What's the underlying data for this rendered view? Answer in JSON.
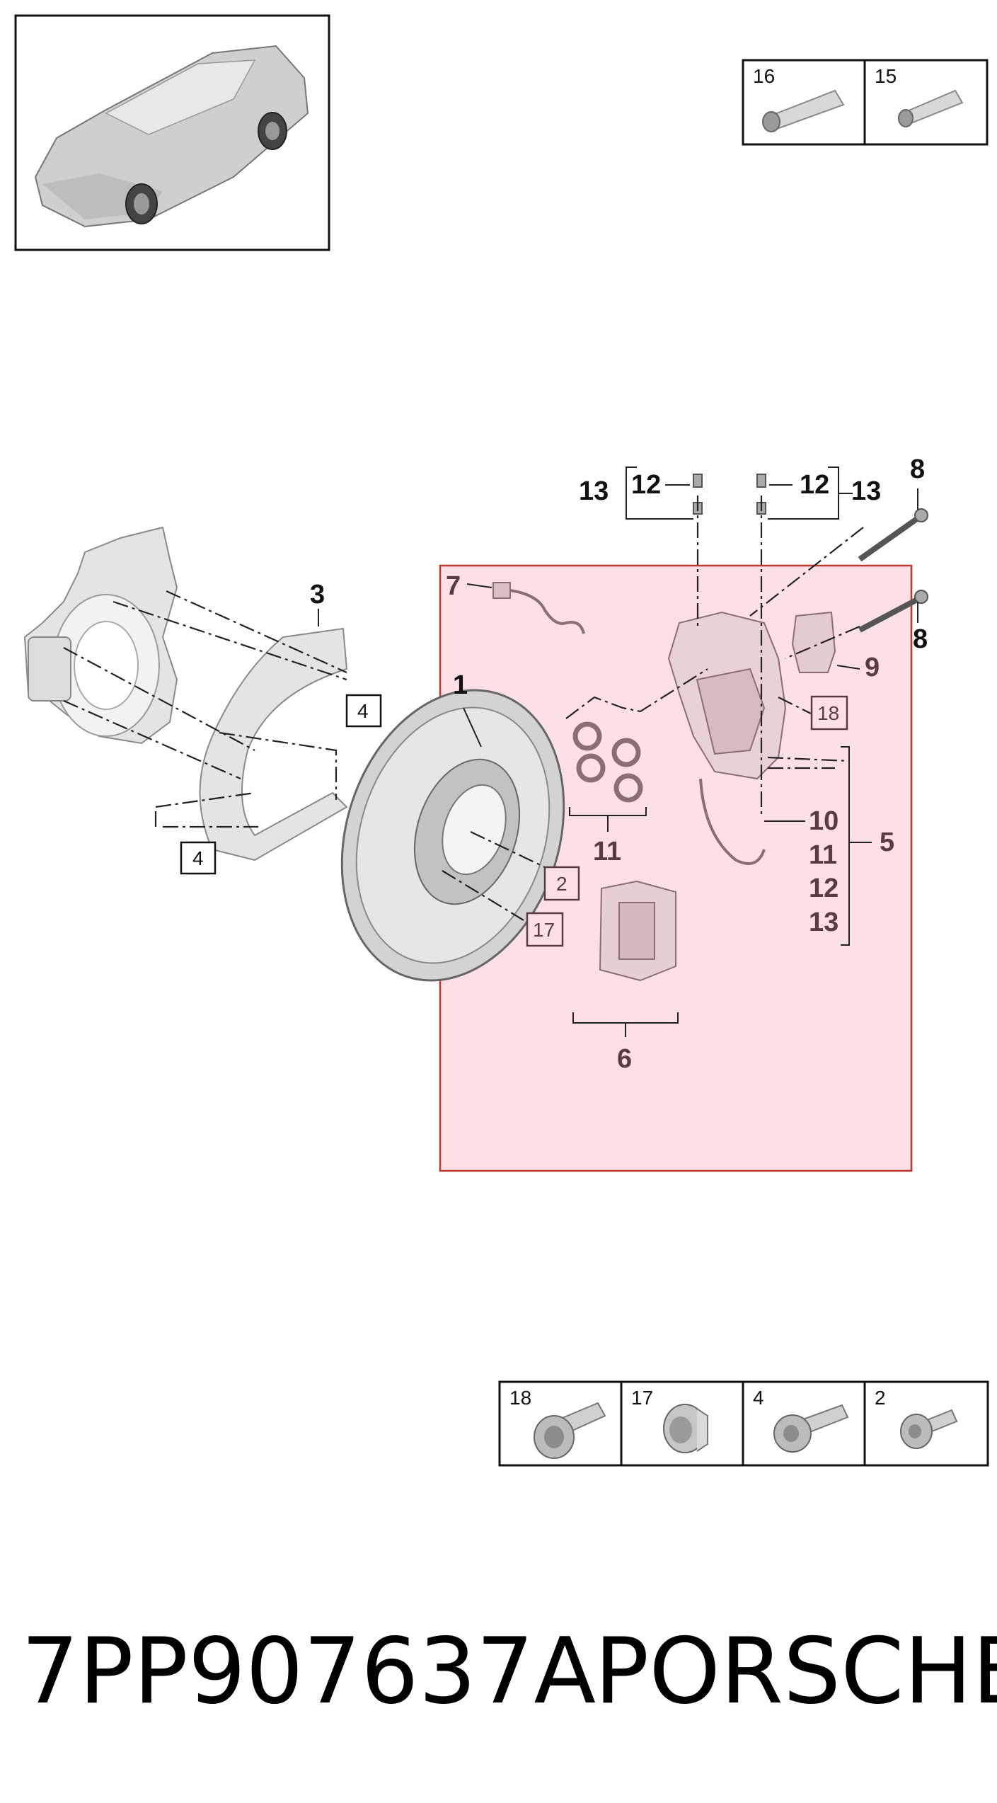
{
  "part_number": "7PP907637A",
  "brand": "PORSCHE",
  "legend_top": [
    {
      "num": "16",
      "icon": "grease-tube-large-icon"
    },
    {
      "num": "15",
      "icon": "grease-tube-small-icon"
    }
  ],
  "legend_bottom": [
    {
      "num": "18",
      "icon": "splined-bolt-icon"
    },
    {
      "num": "17",
      "icon": "torx-plug-icon"
    },
    {
      "num": "4",
      "icon": "flanged-torx-bolt-icon"
    },
    {
      "num": "2",
      "icon": "countersunk-torx-screw-icon"
    }
  ],
  "callouts": {
    "c1": "1",
    "c3": "3",
    "c5": "5",
    "c6": "6",
    "c7": "7",
    "c8a": "8",
    "c8b": "8",
    "c9": "9",
    "c10": "10",
    "c11a": "11",
    "c12a": "12",
    "c13a": "13",
    "c11b": "11",
    "c12t1": "12",
    "c13t1": "13",
    "c12t2": "12",
    "c13t2": "13"
  },
  "boxed_refs": {
    "b4a": "4",
    "b4b": "4",
    "b18": "18",
    "b2": "2",
    "b17": "17"
  },
  "colors": {
    "highlight_fill": "#fde0e6",
    "highlight_stroke": "#c0392b"
  }
}
